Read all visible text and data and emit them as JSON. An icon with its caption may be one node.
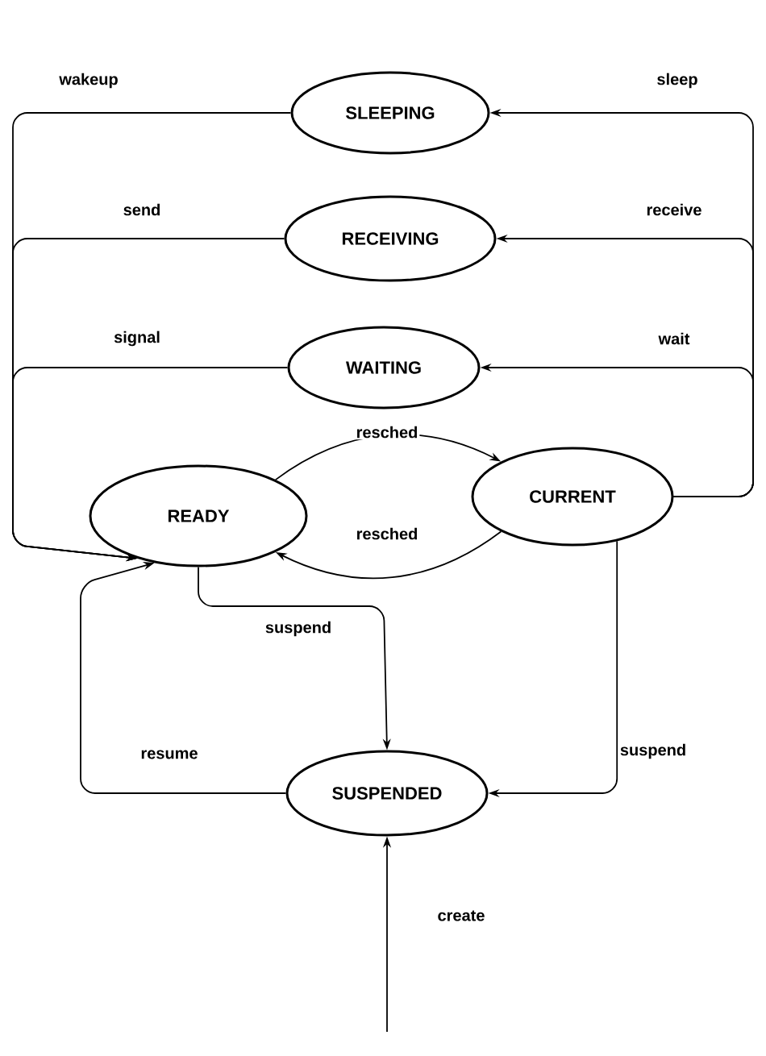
{
  "diagram": {
    "nodes": [
      {
        "text": [
          "SLEEPING"
        ]
      },
      {
        "text": [
          "RECEIVING"
        ]
      },
      {
        "text": [
          "WAITING"
        ]
      },
      {
        "text": [
          "READY"
        ]
      },
      {
        "text": [
          "CURRENT"
        ]
      },
      {
        "text": [
          "SUSPENDED"
        ]
      }
    ],
    "edges": [
      {
        "from": 0,
        "to": 3,
        "arrow": "to",
        "label": "wakeup"
      },
      {
        "from": 1,
        "to": 3,
        "arrow": "to",
        "label": "send"
      },
      {
        "from": 2,
        "to": 3,
        "arrow": "to",
        "label": "signal"
      },
      {
        "from": 4,
        "to": 0,
        "arrow": "to",
        "label": "sleep"
      },
      {
        "from": 4,
        "to": 1,
        "arrow": "to",
        "label": "receive"
      },
      {
        "from": 4,
        "to": 2,
        "arrow": "to",
        "label": "wait"
      },
      {
        "from": 3,
        "to": 4,
        "arrow": "to",
        "label": "resched"
      },
      {
        "from": 4,
        "to": 3,
        "arrow": "to",
        "label": "resched"
      },
      {
        "from": 3,
        "to": 5,
        "arrow": "to",
        "label": "suspend"
      },
      {
        "from": 4,
        "to": 5,
        "arrow": "to",
        "label": "suspend"
      },
      {
        "from": 5,
        "to": 3,
        "arrow": "to",
        "label": "resume"
      },
      {
        "from": null,
        "to": 5,
        "arrow": "to",
        "label": "create"
      }
    ]
  }
}
